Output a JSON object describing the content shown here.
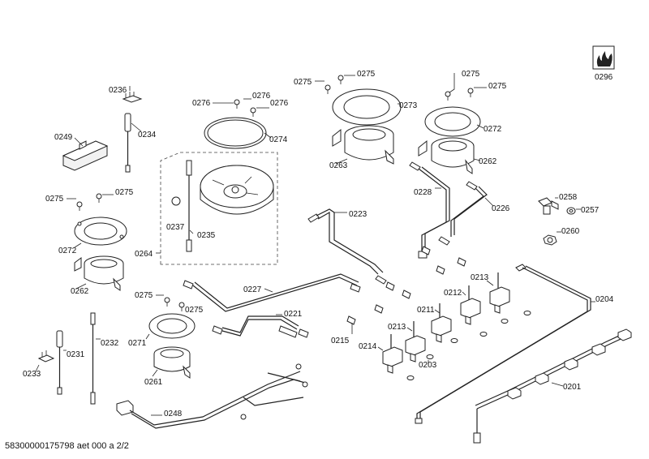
{
  "footer": "58300000175798 aet 000 a 2/2",
  "labels": {
    "p0296": "0296",
    "p0236": "0236",
    "p0234": "0234",
    "p0249": "0249",
    "p0275_a": "0275",
    "p0275_b": "0275",
    "p0272_a": "0272",
    "p0262_a": "0262",
    "p0276_a": "0276",
    "p0276_b": "0276",
    "p0276_c": "0276",
    "p0274": "0274",
    "p0237": "0237",
    "p0235": "0235",
    "p0264": "0264",
    "p0275_c": "0275",
    "p0275_d": "0275",
    "p0273": "0273",
    "p0263": "0263",
    "p0275_e": "0275",
    "p0275_f": "0275",
    "p0272_b": "0272",
    "p0262_b": "0262",
    "p0228": "0228",
    "p0226": "0226",
    "p0258": "0258",
    "p0257": "0257",
    "p0260": "0260",
    "p0223": "0223",
    "p0227": "0227",
    "p0275_g": "0275",
    "p0275_h": "0275",
    "p0221": "0221",
    "p0271": "0271",
    "p0261": "0261",
    "p0232": "0232",
    "p0231": "0231",
    "p0233": "0233",
    "p0248": "0248",
    "p0215": "0215",
    "p0214": "0214",
    "p0213_a": "0213",
    "p0213_b": "0213",
    "p0212": "0212",
    "p0211": "0211",
    "p0203": "0203",
    "p0204": "0204",
    "p0201": "0201"
  }
}
